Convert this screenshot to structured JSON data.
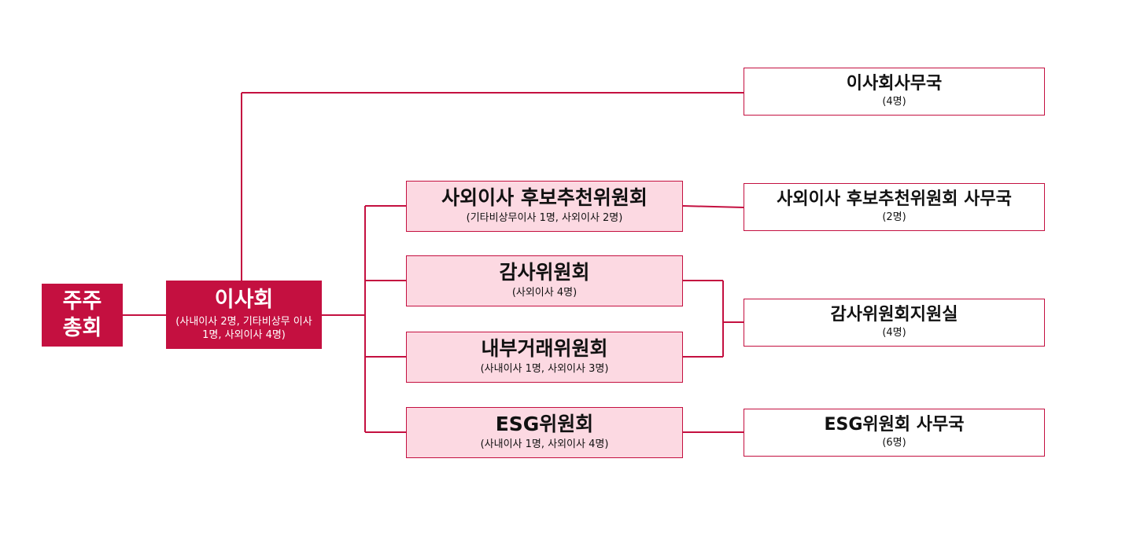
{
  "colors": {
    "accent": "#c41040",
    "committee_fill": "#fcd9e2",
    "office_fill": "#ffffff"
  },
  "nodes": {
    "shareholders": {
      "title": "주주총회"
    },
    "board": {
      "title": "이사회",
      "sub": "(사내이사 2명, 기타비상무 이사 1명, 사외이사 4명)"
    },
    "nomination_committee": {
      "title": "사외이사 후보추천위원회",
      "sub": "(기타비상무이사 1명, 사외이사 2명)"
    },
    "audit_committee": {
      "title": "감사위원회",
      "sub": "(사외이사 4명)"
    },
    "related_party_committee": {
      "title": "내부거래위원회",
      "sub": "(사내이사 1명, 사외이사 3명)"
    },
    "esg_committee": {
      "title": "ESG위원회",
      "sub": "(사내이사 1명, 사외이사 4명)"
    },
    "board_office": {
      "title": "이사회사무국",
      "sub": "(4명)"
    },
    "nomination_office": {
      "title": "사외이사 후보추천위원회 사무국",
      "sub": "(2명)"
    },
    "audit_support": {
      "title": "감사위원회지원실",
      "sub": "(4명)"
    },
    "esg_office": {
      "title": "ESG위원회 사무국",
      "sub": "(6명)"
    }
  }
}
